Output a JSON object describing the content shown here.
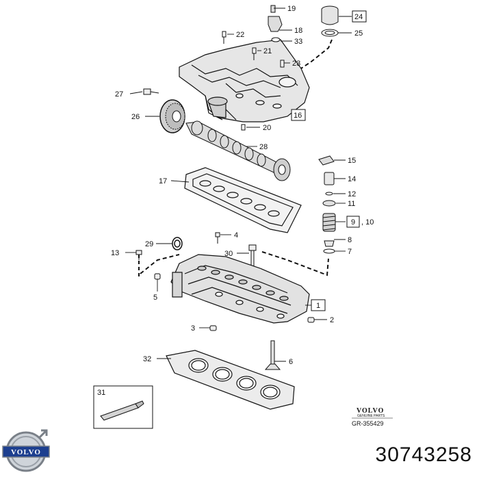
{
  "callouts": {
    "c1": "1",
    "c2": "2",
    "c3": "3",
    "c4": "4",
    "c5": "5",
    "c6": "6",
    "c7": "7",
    "c8": "8",
    "c9": "9",
    "c10": ", 10",
    "c11": "11",
    "c12": "12",
    "c13": "13",
    "c14": "14",
    "c15": "15",
    "c16": "16",
    "c17": "17",
    "c18": "18",
    "c19": "19",
    "c20": "20",
    "c21": "21",
    "c22": "22",
    "c23": "23",
    "c24": "24",
    "c25": "25",
    "c26": "26",
    "c27": "27",
    "c28": "28",
    "c29": "29",
    "c30": "30",
    "c31": "31",
    "c32": "32",
    "c33": "33"
  },
  "footer": {
    "brand_small": "VOLVO",
    "brand_sub": "GENUINE PARTS",
    "ref_code": "GR-355429",
    "logo_text": "VOLVO",
    "part_number": "30743258"
  },
  "colors": {
    "ink": "#111111",
    "metal": "#d8d8d8",
    "logo_blue": "#1d3f8f"
  }
}
